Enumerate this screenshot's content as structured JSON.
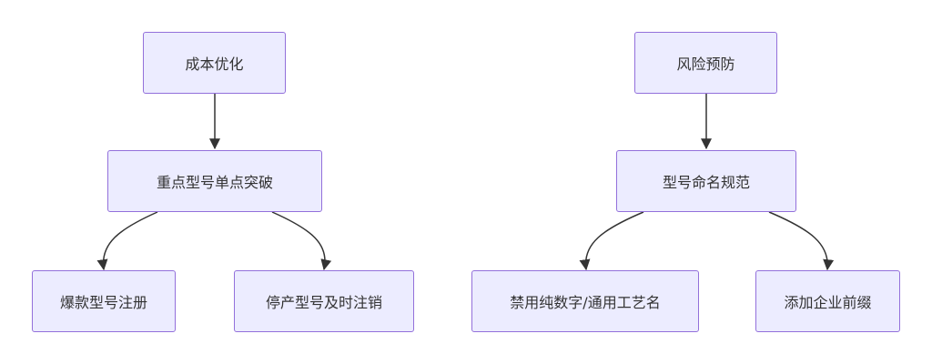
{
  "diagram": {
    "nodes": [
      {
        "id": "cost",
        "label": "成本优化"
      },
      {
        "id": "focus",
        "label": "重点型号单点突破"
      },
      {
        "id": "hot",
        "label": "爆款型号注册"
      },
      {
        "id": "discontinued",
        "label": "停产型号及时注销"
      },
      {
        "id": "risk",
        "label": "风险预防"
      },
      {
        "id": "naming",
        "label": "型号命名规范"
      },
      {
        "id": "nodigits",
        "label": "禁用纯数字/通用工艺名"
      },
      {
        "id": "prefix",
        "label": "添加企业前缀"
      }
    ],
    "edges": [
      {
        "from": "cost",
        "to": "focus"
      },
      {
        "from": "focus",
        "to": "hot"
      },
      {
        "from": "focus",
        "to": "discontinued"
      },
      {
        "from": "risk",
        "to": "naming"
      },
      {
        "from": "naming",
        "to": "nodigits"
      },
      {
        "from": "naming",
        "to": "prefix"
      }
    ],
    "colors": {
      "node_fill": "#ECECFF",
      "node_border": "#9370DB",
      "edge": "#333333",
      "text": "#333333"
    }
  }
}
